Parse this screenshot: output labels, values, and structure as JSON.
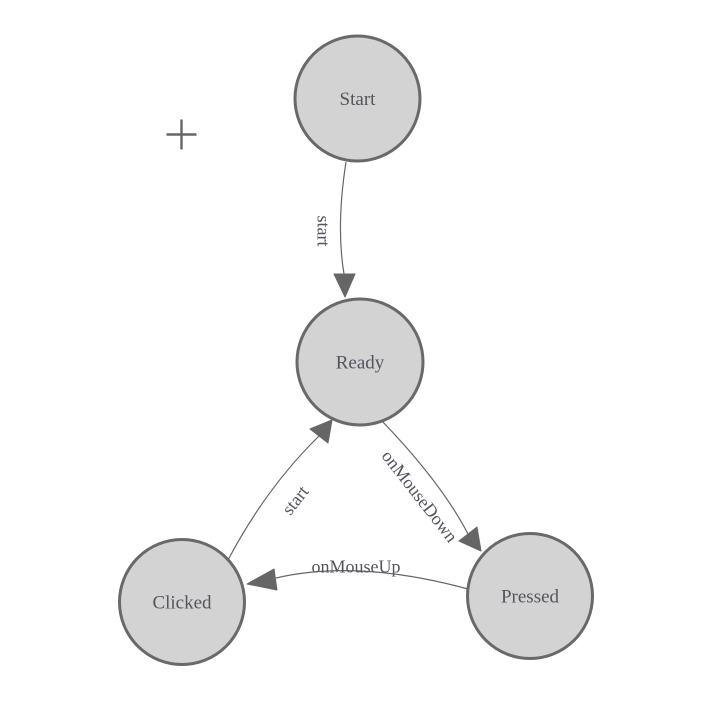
{
  "diagram": {
    "type": "finite-state-machine",
    "nodes": [
      {
        "id": "start",
        "label": "Start"
      },
      {
        "id": "ready",
        "label": "Ready"
      },
      {
        "id": "clicked",
        "label": "Clicked"
      },
      {
        "id": "pressed",
        "label": "Pressed"
      }
    ],
    "edges": [
      {
        "from": "start",
        "to": "ready",
        "label": "start"
      },
      {
        "from": "ready",
        "to": "pressed",
        "label": "onMouseDown"
      },
      {
        "from": "pressed",
        "to": "clicked",
        "label": "onMouseUp"
      },
      {
        "from": "clicked",
        "to": "ready",
        "label": "start"
      }
    ],
    "colors": {
      "background": "#ffffff",
      "node_fill": "#d3d3d3",
      "node_stroke": "#696969",
      "edge_stroke": "#666666",
      "arrow_fill": "#666666",
      "label_text": "#53555c"
    },
    "cursor_marker": "plus-crosshair"
  }
}
